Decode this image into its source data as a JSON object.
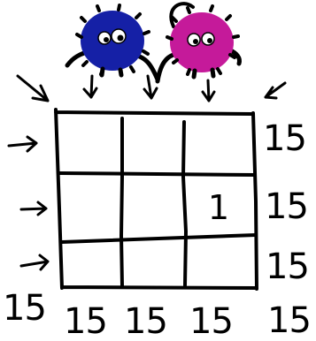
{
  "puzzle": {
    "colors": {
      "ink": "#000000",
      "paper": "#ffffff",
      "blue_monster": "#1520a6",
      "pink_monster": "#c51a9a"
    },
    "grid": {
      "rows": 3,
      "cols": 3,
      "cells": [
        [
          "",
          "",
          ""
        ],
        [
          "",
          "",
          "1"
        ],
        [
          "",
          "",
          ""
        ]
      ]
    },
    "sums": {
      "rows": [
        "15",
        "15",
        "15"
      ],
      "columns": [
        "15",
        "15",
        "15"
      ],
      "diagonal_main": "15",
      "diagonal_anti": "15"
    },
    "icons": {
      "left_mascot": "blue-fuzzy-monster-icon",
      "right_mascot": "pink-fuzzy-monster-icon",
      "row_arrow": "arrow-right-icon",
      "column_arrow": "arrow-down-icon",
      "diagonal_arrow": "arrow-diagonal-icon"
    }
  }
}
